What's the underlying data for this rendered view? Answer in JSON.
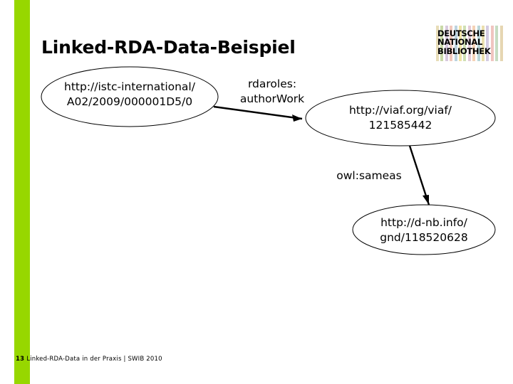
{
  "slide": {
    "title": "Linked-RDA-Data-Beispiel",
    "accent_color": "#97d700",
    "background_color": "#ffffff"
  },
  "logo": {
    "line1": "DEUTSCHE",
    "line2": "NATIONAL",
    "line3": "BIBLIOTHEK",
    "stripe_colors": [
      "#e8ddb8",
      "#ffffff",
      "#c9d9a8",
      "#ffffff",
      "#d8c9de",
      "#ffffff",
      "#f2c9bd",
      "#ffffff",
      "#bcd3e0",
      "#ffffff",
      "#efe3a6",
      "#ffffff",
      "#cfe0b4",
      "#ffffff",
      "#e3cbd9",
      "#ffffff",
      "#f5d2b6",
      "#ffffff",
      "#b9d6d9",
      "#ffffff",
      "#eadfae",
      "#ffffff",
      "#d3cbe2",
      "#ffffff",
      "#f0c5c0",
      "#ffffff",
      "#c6dcc2",
      "#ffffff",
      "#e6d6b2",
      "#ffffff"
    ]
  },
  "graph": {
    "nodes": [
      {
        "id": "istc",
        "line1": "http://istc-international/",
        "line2": "A02/2009/000001D5/0"
      },
      {
        "id": "viaf",
        "line1": "http://viaf.org/viaf/",
        "line2": "121585442"
      },
      {
        "id": "gnd",
        "line1": "http://d-nb.info/",
        "line2": "gnd/118520628"
      }
    ],
    "edges": [
      {
        "id": "author-work",
        "line1": "rdaroles:",
        "line2": "authorWork",
        "from": "istc",
        "to": "viaf"
      },
      {
        "id": "same-as",
        "line1": "owl:sameas",
        "line2": "",
        "from": "viaf",
        "to": "gnd"
      }
    ]
  },
  "footer": {
    "page_number": "13",
    "text": "Linked-RDA-Data in der Praxis | SWIB 2010"
  }
}
